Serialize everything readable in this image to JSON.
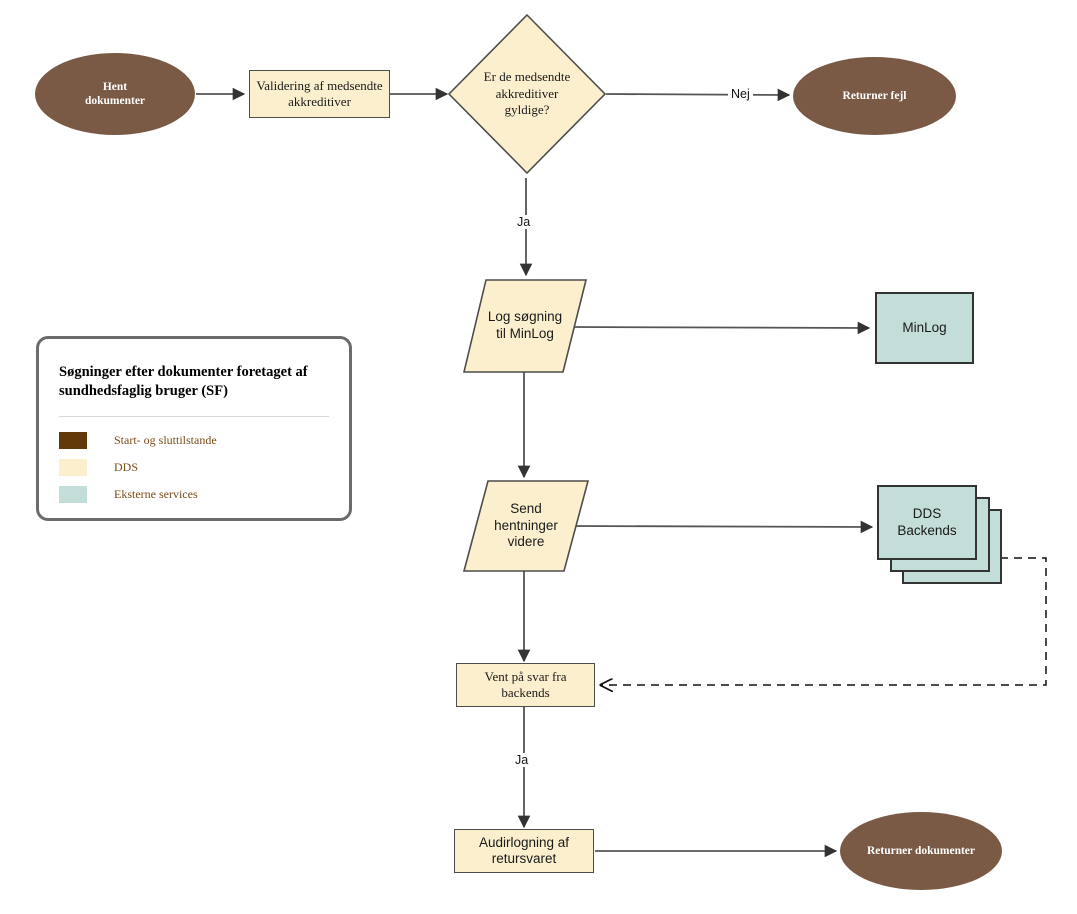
{
  "diagram": {
    "title": "Søgninger efter dokumenter foretaget af sundhedsfaglig bruger (SF)",
    "colors": {
      "terminator_fill": "#7a5a45",
      "process_fill": "#fcefcd",
      "service_fill": "#c3ddd8",
      "legend_brown": "#63390a",
      "edge_stroke": "#555555",
      "shape_stroke": "#4d4d4d"
    }
  },
  "nodes": {
    "hent_dokumenter": {
      "label": "Hent\ndokumenter",
      "shape": "ellipse",
      "type": "terminator"
    },
    "validering": {
      "label": "Validering af medsendte\nakkreditiver",
      "shape": "rectangle",
      "type": "process"
    },
    "decision": {
      "label": "Er de medsendte\nakkreditiver\ngyldige?",
      "shape": "diamond",
      "type": "decision"
    },
    "returner_fejl": {
      "label": "Returner fejl",
      "shape": "ellipse",
      "type": "terminator"
    },
    "log_sogning": {
      "label": "Log søgning\ntil MinLog",
      "shape": "parallelogram",
      "type": "process"
    },
    "minlog": {
      "label": "MinLog",
      "shape": "rectangle",
      "type": "service"
    },
    "send_hentninger": {
      "label": "Send\nhentninger\nvidere",
      "shape": "parallelogram",
      "type": "process"
    },
    "dds_backends": {
      "label": "DDS\nBackends",
      "shape": "stacked-rectangle",
      "type": "service"
    },
    "vent_paa_svar": {
      "label": "Vent på svar fra\nbackends",
      "shape": "rectangle",
      "type": "process"
    },
    "audirlogning": {
      "label": "Audirlogning af\nretursvaret",
      "shape": "rectangle",
      "type": "process"
    },
    "returner_dokumenter": {
      "label": "Returner dokumenter",
      "shape": "ellipse",
      "type": "terminator"
    }
  },
  "edge_labels": {
    "nej": "Nej",
    "ja_decision": "Ja",
    "ja_vent": "Ja"
  },
  "legend": {
    "title": "Søgninger efter dokumenter foretaget af\nsundhedsfaglig bruger (SF)",
    "items": [
      {
        "label": "Start- og sluttilstande",
        "color": "#63390a"
      },
      {
        "label": "DDS",
        "color": "#fcefcd"
      },
      {
        "label": "Eksterne services",
        "color": "#c3ddd8"
      }
    ]
  }
}
